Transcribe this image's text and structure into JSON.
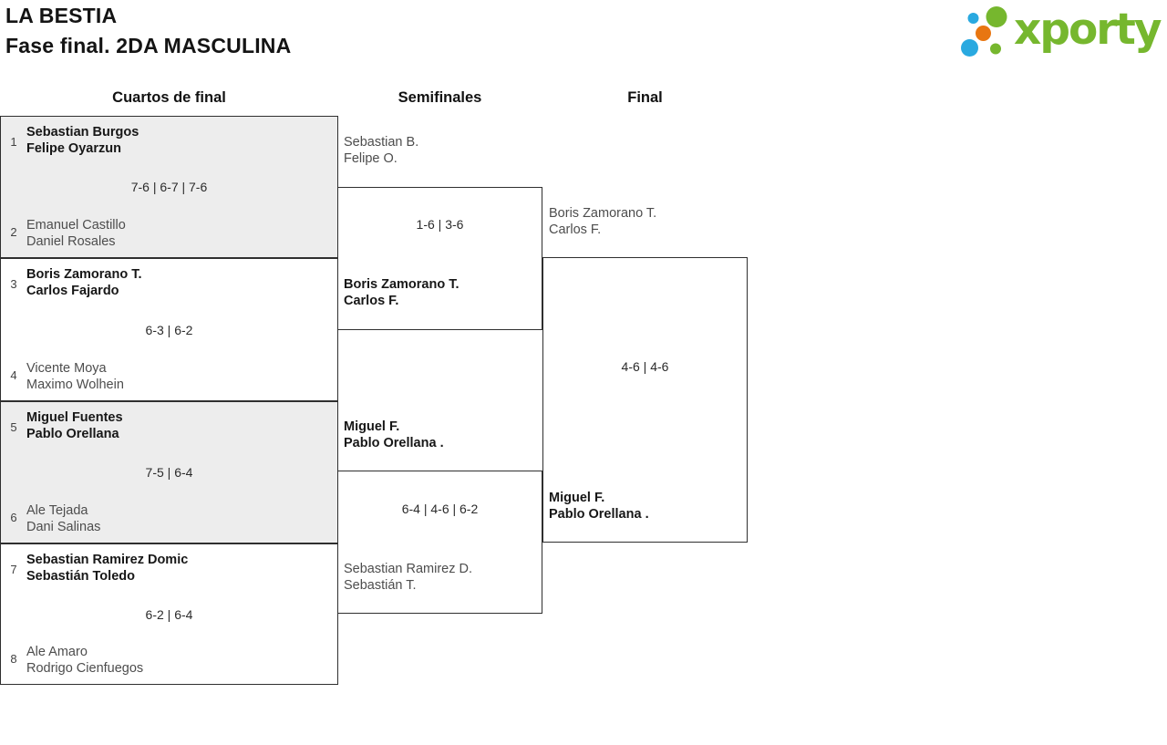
{
  "header": {
    "title_line1": "LA BESTIA",
    "title_line2": "Fase final. 2DA MASCULINA"
  },
  "logo": {
    "text": "xporty",
    "colors": {
      "green": "#76b72e",
      "blue": "#29a9e0",
      "orange": "#e87611"
    }
  },
  "rounds": [
    {
      "label": "Cuartos de final"
    },
    {
      "label": "Semifinales"
    },
    {
      "label": "Final"
    }
  ],
  "matches": {
    "qf1": {
      "seed_top": "1",
      "top": [
        "Sebastian Burgos",
        "Felipe Oyarzun"
      ],
      "score": "7-6 | 6-7 | 7-6",
      "seed_bottom": "2",
      "bottom": [
        "Emanuel Castillo",
        "Daniel Rosales"
      ],
      "winner": "top"
    },
    "qf2": {
      "seed_top": "3",
      "top": [
        "Boris Zamorano T.",
        "Carlos Fajardo"
      ],
      "score": "6-3 | 6-2",
      "seed_bottom": "4",
      "bottom": [
        "Vicente Moya",
        "Maximo Wolhein"
      ],
      "winner": "top"
    },
    "qf3": {
      "seed_top": "5",
      "top": [
        "Miguel Fuentes",
        "Pablo Orellana"
      ],
      "score": "7-5 | 6-4",
      "seed_bottom": "6",
      "bottom": [
        "Ale Tejada",
        "Dani Salinas"
      ],
      "winner": "top"
    },
    "qf4": {
      "seed_top": "7",
      "top": [
        "Sebastian Ramirez Domic",
        "Sebastián Toledo"
      ],
      "score": "6-2 | 6-4",
      "seed_bottom": "8",
      "bottom": [
        "Ale Amaro",
        "Rodrigo Cienfuegos"
      ],
      "winner": "top"
    },
    "sf1": {
      "top": [
        "Sebastian B.",
        "Felipe O."
      ],
      "score": "1-6 | 3-6",
      "bottom": [
        "Boris Zamorano T.",
        "Carlos F."
      ],
      "winner": "bottom"
    },
    "sf2": {
      "top": [
        "Miguel F.",
        "Pablo Orellana ."
      ],
      "score": "6-4 | 4-6 | 6-2",
      "bottom": [
        "Sebastian Ramirez D.",
        "Sebastián T."
      ],
      "winner": "top"
    },
    "final": {
      "top": [
        "Boris Zamorano T.",
        "Carlos F."
      ],
      "score": "4-6 | 4-6",
      "bottom": [
        "Miguel F.",
        "Pablo Orellana ."
      ],
      "winner": "bottom"
    }
  }
}
